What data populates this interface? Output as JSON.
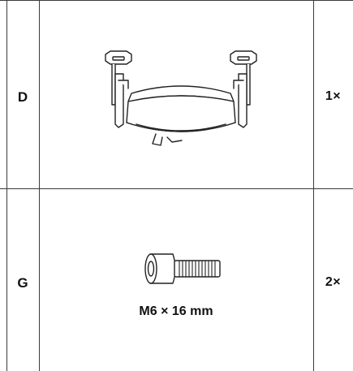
{
  "rows": [
    {
      "letter": "D",
      "quantity": "1×",
      "icon": "chair-seat-armrests-icon"
    },
    {
      "letter": "G",
      "quantity": "2×",
      "icon": "hex-socket-bolt-icon",
      "spec": "M6 × 16 mm"
    }
  ],
  "colors": {
    "line": "#3a3a3a",
    "text": "#111111"
  }
}
